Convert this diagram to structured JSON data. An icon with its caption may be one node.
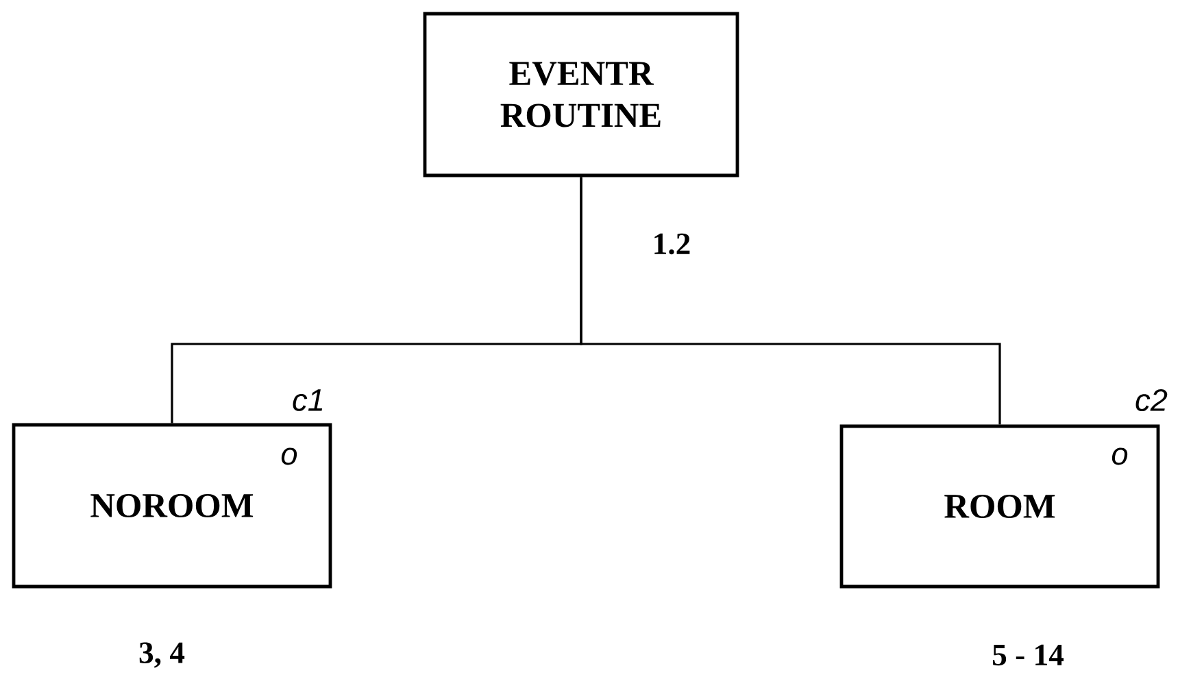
{
  "diagram": {
    "nodes": [
      {
        "text": [
          "EVENTR ROUTINE"
        ],
        "beside": [
          "1.2"
        ]
      },
      {
        "text": [
          "o",
          "NOROOM"
        ],
        "beside": [
          "c1",
          "3, 4"
        ]
      },
      {
        "text": [
          "o",
          "ROOM"
        ],
        "beside": [
          "c2",
          "5 - 14"
        ]
      }
    ],
    "edges": [
      {
        "from": 0,
        "to": 1,
        "arrow": "none"
      },
      {
        "from": 0,
        "to": 2,
        "arrow": "none"
      }
    ]
  }
}
